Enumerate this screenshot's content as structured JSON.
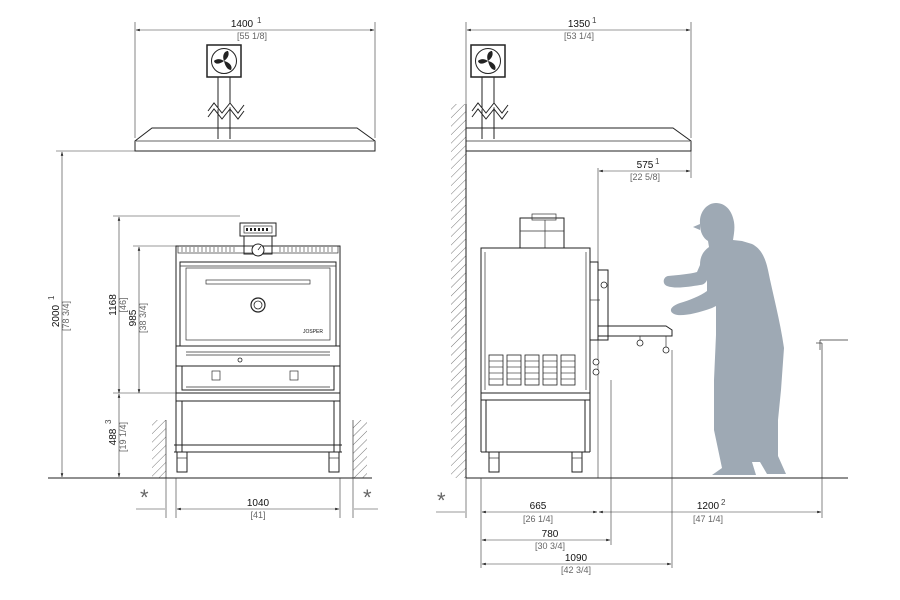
{
  "front_view": {
    "width": {
      "mm": "1400",
      "note": "1",
      "in": "[55 1/8]"
    },
    "hood_height": {
      "mm": "2000",
      "note": "1",
      "in": "[78 3/4]"
    },
    "overall_height": {
      "mm": "1168",
      "in": "[46]"
    },
    "body_height": {
      "mm": "985",
      "in": "[38 3/4]"
    },
    "stand_height": {
      "mm": "488",
      "note": "3",
      "in": "[19 1/4]"
    },
    "stand_width": {
      "mm": "1040",
      "in": "[41]"
    },
    "brand_logo": "JOSPER",
    "asterisk_left": "*",
    "asterisk_right": "*"
  },
  "side_view": {
    "width": {
      "mm": "1350",
      "note": "1",
      "in": "[53 1/4]"
    },
    "front_overhang": {
      "mm": "575",
      "note": "1",
      "in": "[22 5/8]"
    },
    "depth_body": {
      "mm": "665",
      "in": "[26 1/4]"
    },
    "depth_with_handle": {
      "mm": "780",
      "in": "[30 3/4]"
    },
    "depth_with_tray": {
      "mm": "1090",
      "in": "[42 3/4]"
    },
    "work_clearance": {
      "mm": "1200",
      "note": "2",
      "in": "[47 1/4]"
    },
    "asterisk_left": "*"
  },
  "colors": {
    "silhouette": "#9ea9b4",
    "line": "#222222",
    "inch_text": "#666666"
  }
}
